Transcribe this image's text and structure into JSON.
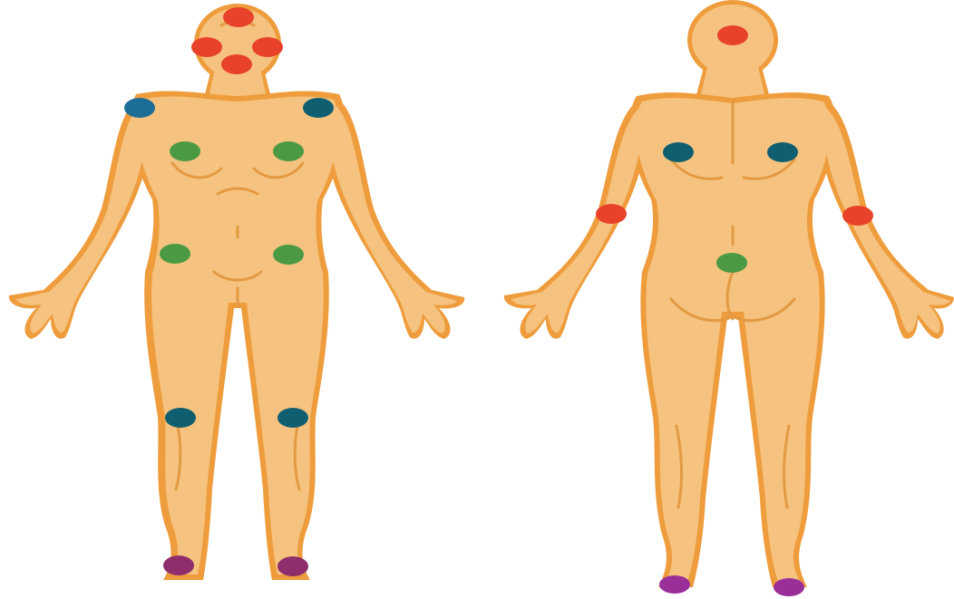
{
  "colors": {
    "background": "#ffffff",
    "skin": "#f5c37f",
    "outline": "#ee9c3c",
    "red": "#e8422b",
    "blue": "#1c6e96",
    "teal": "#0f5f70",
    "green": "#4b9a43",
    "purple": "#8e2e6c",
    "magenta": "#9b2f9a"
  },
  "figures": [
    {
      "name": "front",
      "markers": [
        {
          "name": "forehead",
          "color": "red"
        },
        {
          "name": "left-temple",
          "color": "red"
        },
        {
          "name": "right-temple",
          "color": "red"
        },
        {
          "name": "chin",
          "color": "red"
        },
        {
          "name": "left-shoulder",
          "color": "blue"
        },
        {
          "name": "right-shoulder",
          "color": "teal"
        },
        {
          "name": "left-chest",
          "color": "green"
        },
        {
          "name": "right-chest",
          "color": "green"
        },
        {
          "name": "left-hip",
          "color": "green"
        },
        {
          "name": "right-hip",
          "color": "green"
        },
        {
          "name": "left-knee",
          "color": "teal"
        },
        {
          "name": "right-knee",
          "color": "teal"
        },
        {
          "name": "left-ankle",
          "color": "purple"
        },
        {
          "name": "right-ankle",
          "color": "purple"
        }
      ]
    },
    {
      "name": "back",
      "markers": [
        {
          "name": "back-of-head",
          "color": "red"
        },
        {
          "name": "left-upper-back",
          "color": "teal"
        },
        {
          "name": "right-upper-back",
          "color": "teal"
        },
        {
          "name": "left-elbow",
          "color": "red"
        },
        {
          "name": "right-elbow",
          "color": "red"
        },
        {
          "name": "lower-back",
          "color": "green"
        },
        {
          "name": "left-heel",
          "color": "magenta"
        },
        {
          "name": "right-heel",
          "color": "magenta"
        }
      ]
    }
  ]
}
